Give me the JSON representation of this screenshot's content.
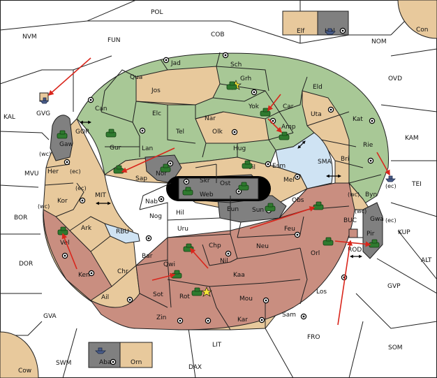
{
  "board": {
    "colors": {
      "green": "#a8c896",
      "tan": "#e8c99c",
      "red": "#c98e80",
      "gray": "#808080",
      "order_arrow": "#d9261c",
      "unit": "#2f7a2f"
    },
    "ocean_labels": {
      "POL": "POL",
      "COB": "COB",
      "FUN": "FUN",
      "NVM": "NVM",
      "NOM": "NOM",
      "Con": "Con",
      "OVD": "OVD",
      "KAL": "KAL",
      "KAM": "KAM",
      "MVU": "MVU",
      "TEI": "TEI",
      "BOR": "BOR",
      "KUP": "KUP",
      "DOR": "DOR",
      "ALT": "ALT",
      "GVP": "GVP",
      "GVA": "GVA",
      "FRO": "FRO",
      "LIT": "LIT",
      "SOM": "SOM",
      "SWM": "SWM",
      "DAX": "DAX",
      "Cow": "Cow",
      "SMA": "SMA",
      "MIT": "MIT",
      "RBU": "RBU",
      "BUC": "BUC",
      "ROD": "ROD",
      "GOR": "GOR",
      "GVG": "GVG"
    },
    "territory_labels": {
      "Jad": "Jad",
      "Sch": "Sch",
      "Qua": "Qua",
      "Jos": "Jos",
      "Grh": "Grh",
      "Eld": "Eld",
      "Can": "Can",
      "Elc": "Elc",
      "Yok": "Yok",
      "Car": "Car",
      "Nar": "Nar",
      "Uta": "Uta",
      "Kat": "Kat",
      "Gur": "Gur",
      "Tel": "Tel",
      "Olk": "Olk",
      "Amp": "Amp",
      "Lan": "Lan",
      "Hug": "Hug",
      "Rie": "Rie",
      "Gaw": "Gaw",
      "Bri": "Bri",
      "Her": "Her",
      "Sap": "Sap",
      "Nor": "Nor",
      "Skr": "Skr",
      "Vil": "Vil",
      "Esm": "Esm",
      "Web": "Web",
      "Ost": "Ost",
      "Mel": "Mel",
      "Byn": "Byn",
      "Kor": "Kor",
      "Nab": "Nab",
      "Obs": "Obs",
      "Eun": "Eun",
      "Sun": "Sun",
      "Hil": "Hil",
      "Gwa": "Gwa",
      "Nog": "Nog",
      "Pir": "Pir",
      "Ark": "Ark",
      "Uru": "Uru",
      "Feu": "Feu",
      "Vel": "Vel",
      "Chp": "Chp",
      "Neu": "Neu",
      "Bar": "Bar",
      "Orl": "Orl",
      "Qwi": "Qwi",
      "Nil": "Nil",
      "Ken": "Ken",
      "Chr": "Chr",
      "Kaa": "Kaa",
      "Sot": "Sot",
      "Rot": "Rot",
      "Los": "Los",
      "Ail": "Ail",
      "Mou": "Mou",
      "Sam": "Sam",
      "Zin": "Zin",
      "Kar": "Kar",
      "Elf": "Elf",
      "Hel": "Hel",
      "Aba": "Aba",
      "Orn": "Orn"
    },
    "coast_tags": {
      "wc1": "(wc)",
      "ec1": "(ec)",
      "ec2": "(ec)",
      "wc2": "(wc)",
      "wc3": "(wc)",
      "ec3": "(ec)",
      "wc4": "(wc)",
      "ec4": "(ec)"
    }
  }
}
